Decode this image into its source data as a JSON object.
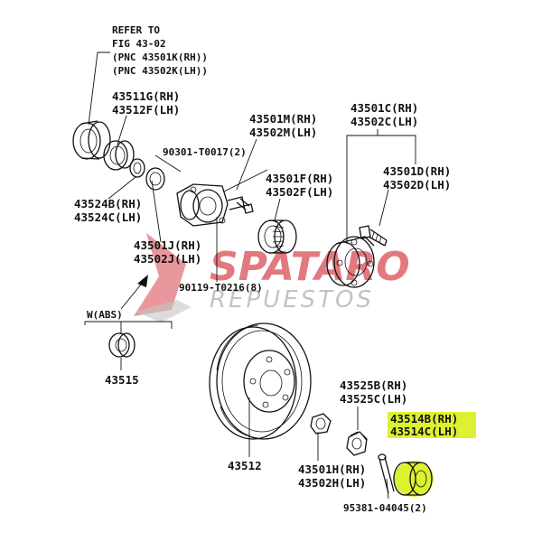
{
  "refer": {
    "line1": "REFER TO",
    "line2": "FIG 43-02",
    "line3": "(PNC 43501K(RH))",
    "line4": "(PNC 43502K(LH))"
  },
  "labels": {
    "p43511G": "43511G(RH)",
    "p43512F": "43512F(LH)",
    "p43501M": "43501M(RH)",
    "p43502M": "43502M(LH)",
    "p43501C": "43501C(RH)",
    "p43502C": "43502C(LH)",
    "p90301": "90301-T0017(2)",
    "p43501F": "43501F(RH)",
    "p43502F": "43502F(LH)",
    "p43501D": "43501D(RH)",
    "p43502D": "43502D(LH)",
    "p43524B": "43524B(RH)",
    "p43524C": "43524C(LH)",
    "p43501J": "43501J(RH)",
    "p43502J": "43502J(LH)",
    "p90119": "90119-T0216(8)",
    "wabs": "W(ABS)",
    "p43515": "43515",
    "p43512": "43512",
    "p43525B": "43525B(RH)",
    "p43525C": "43525C(LH)",
    "p43514B": "43514B(RH)",
    "p43514C": "43514C(LH)",
    "p43501H": "43501H(RH)",
    "p43502H": "43502H(LH)",
    "p95381": "95381-04045(2)"
  },
  "watermark": {
    "brand": "SPATARO",
    "sub": "REPUESTOS",
    "colors": {
      "brand": "#d0202a",
      "sub": "#b9b9b9"
    }
  },
  "highlight": {
    "color": "#d8ef1a"
  }
}
